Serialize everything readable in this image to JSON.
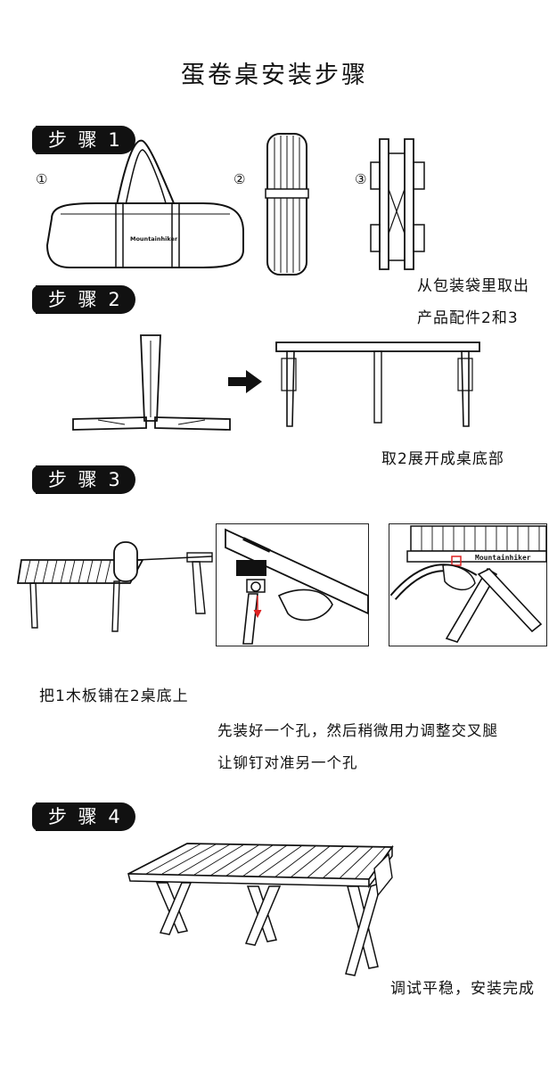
{
  "title": "蛋卷桌安装步骤",
  "steps": [
    {
      "label": "步 骤 1"
    },
    {
      "label": "步 骤 2"
    },
    {
      "label": "步 骤 3"
    },
    {
      "label": "步 骤 4"
    }
  ],
  "step1": {
    "markers": [
      "①",
      "②",
      "③"
    ],
    "bag_brand": "Mountainhiker",
    "caption_line1": "从包装袋里取出",
    "caption_line2": "产品配件2和3"
  },
  "step2": {
    "caption": "取2展开成桌底部"
  },
  "step3": {
    "brand_tag": "Mountainhiker",
    "caption1": "把1木板铺在2桌底上",
    "caption2_line1": "先装好一个孔，然后稍微用力调整交叉腿",
    "caption2_line2": "让铆钉对准另一个孔"
  },
  "step4": {
    "caption": "调试平稳，安装完成"
  }
}
